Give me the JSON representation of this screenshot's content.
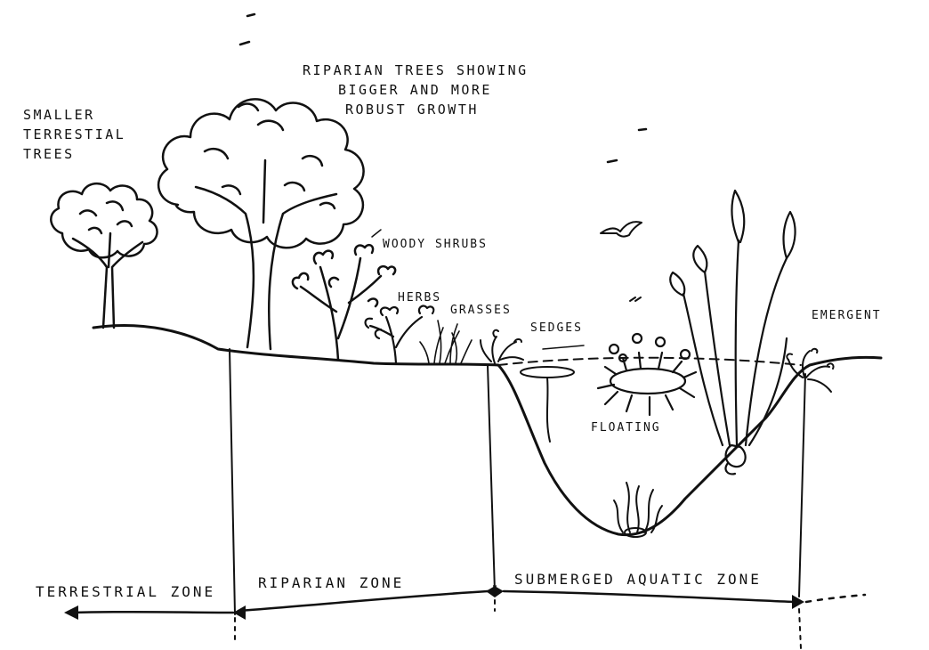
{
  "labels": {
    "terrestrial_trees": [
      "SMALLER",
      "TERRESTIAL",
      "TREES"
    ],
    "riparian_trees": [
      "RIPARIAN TREES SHOWING",
      "BIGGER AND MORE",
      "ROBUST GROWTH"
    ],
    "woody_shrubs": "WOODY SHRUBS",
    "herbs": "HERBS",
    "grasses": "GRASSES",
    "sedges": "SEDGES",
    "floating": "FLOATING",
    "emergent": "EMERGENT"
  },
  "zones": {
    "terrestrial": "TERRESTRIAL ZONE",
    "riparian": "RIPARIAN ZONE",
    "aquatic": "SUBMERGED AQUATIC ZONE"
  },
  "colors": {
    "ink": "#111111",
    "background": "#ffffff"
  }
}
